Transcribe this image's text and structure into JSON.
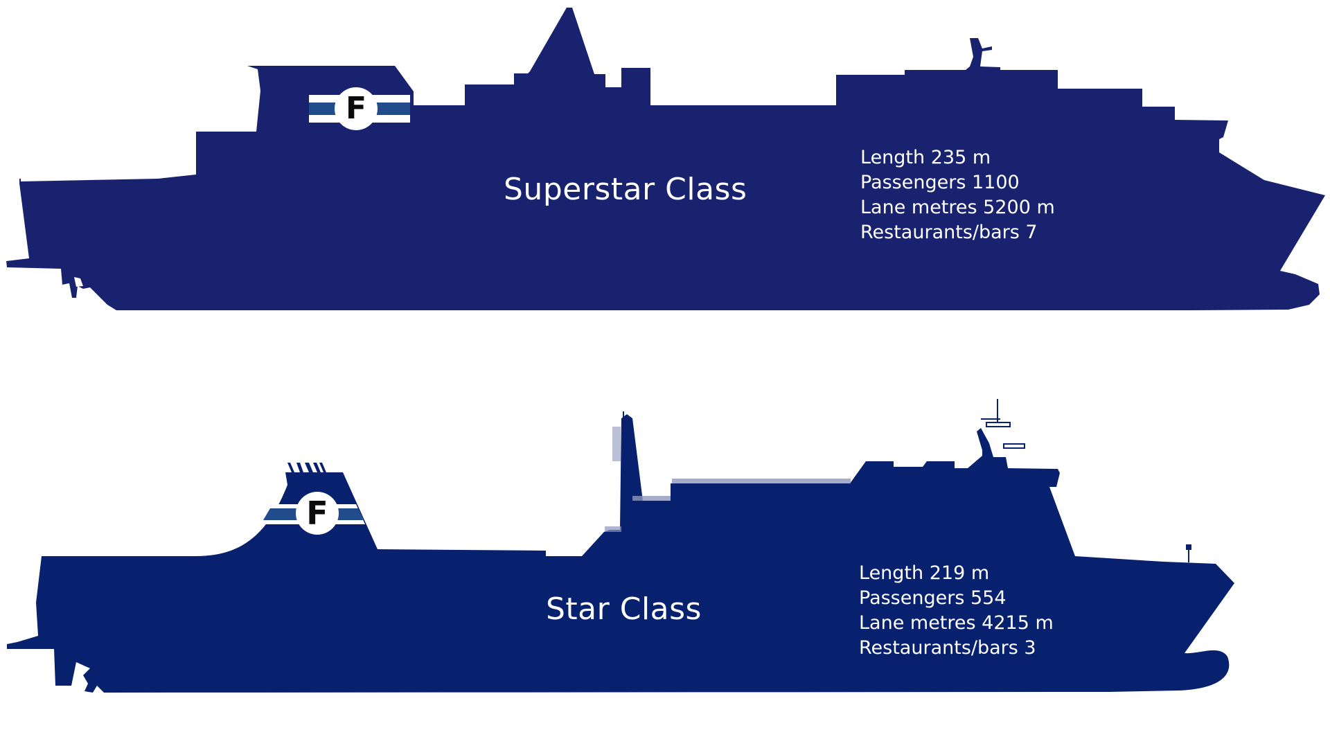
{
  "colors": {
    "superstar_hull": "#18226f",
    "star_hull": "#07216e",
    "logo_stripe_blue": "#204c8c",
    "logo_white": "#ffffff",
    "logo_letter": "#0b0b0b",
    "text": "#ffffff"
  },
  "ships": [
    {
      "name": "Superstar Class",
      "logo_letter": "F",
      "specs": [
        {
          "label": "Length",
          "value": "235 m",
          "text": "Length 235 m"
        },
        {
          "label": "Passengers",
          "value": "1100",
          "text": "Passengers 1100"
        },
        {
          "label": "Lane metres",
          "value": "5200 m",
          "text": "Lane metres 5200 m"
        },
        {
          "label": "Restaurants/bars",
          "value": "7",
          "text": "Restaurants/bars 7"
        }
      ]
    },
    {
      "name": "Star Class",
      "logo_letter": "F",
      "specs": [
        {
          "label": "Length",
          "value": "219 m",
          "text": "Length 219 m"
        },
        {
          "label": "Passengers",
          "value": "554",
          "text": "Passengers 554"
        },
        {
          "label": "Lane metres",
          "value": "4215 m",
          "text": "Lane metres 4215 m"
        },
        {
          "label": "Restaurants/bars",
          "value": "3",
          "text": "Restaurants/bars 3"
        }
      ]
    }
  ]
}
